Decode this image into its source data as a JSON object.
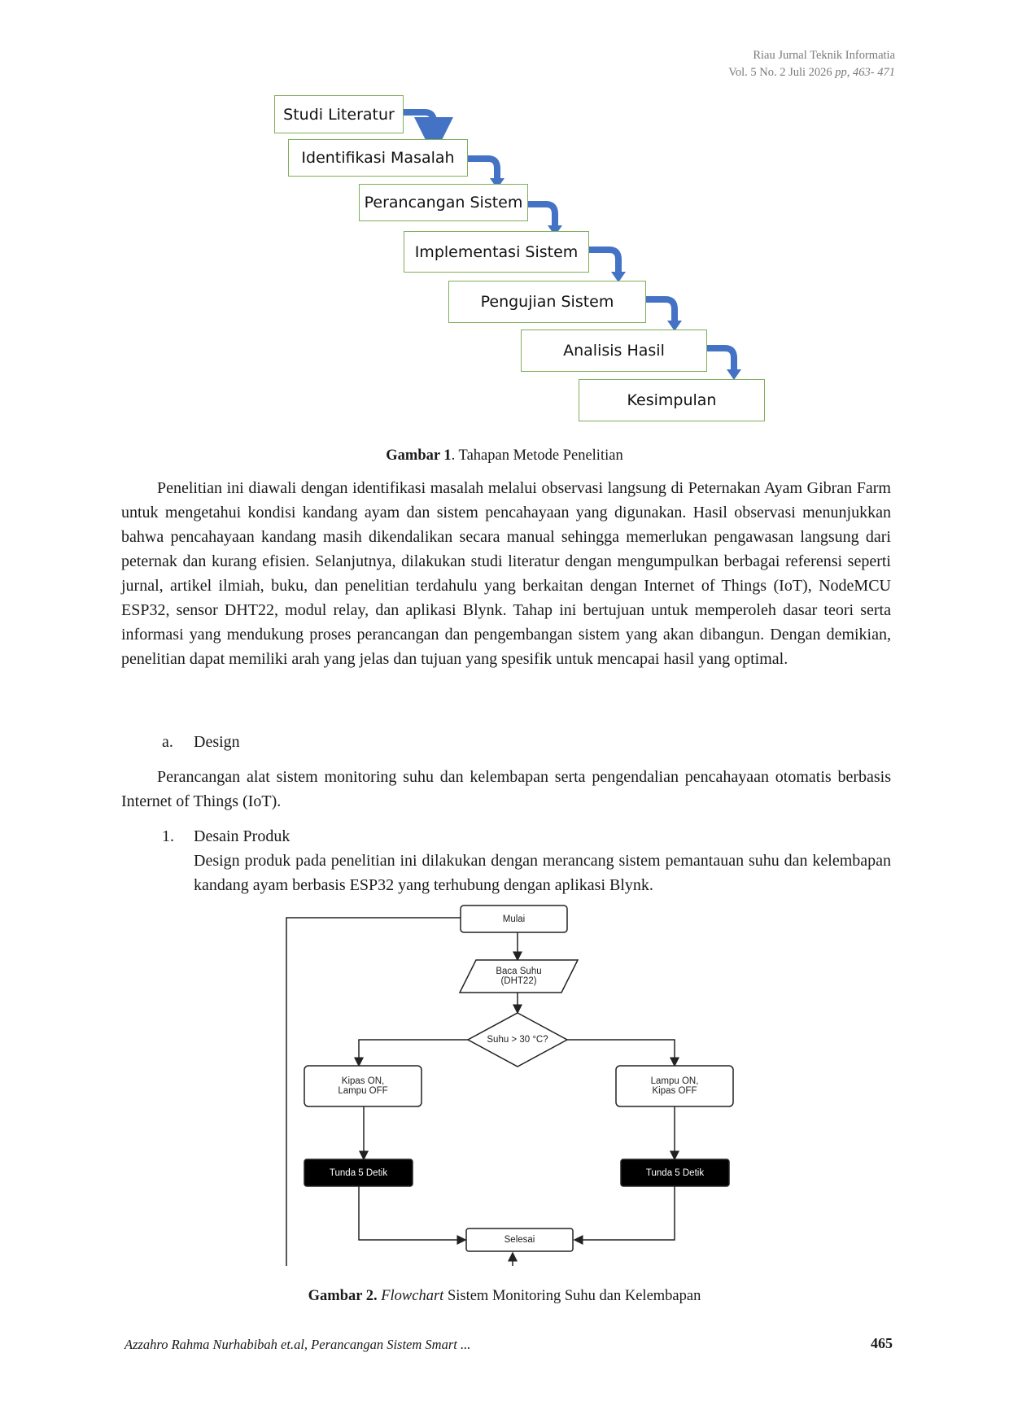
{
  "header": {
    "journal": "Riau Jurnal Teknik Informatia",
    "volume": "Vol. 5 No. 2 Juli 2026",
    "pages": "pp, 463- 471"
  },
  "figure1": {
    "stages": [
      "Studi Literatur",
      "Identifikasi Masalah",
      "Perancangan Sistem",
      "Implementasi Sistem",
      "Pengujian Sistem",
      "Analisis Hasil",
      "Kesimpulan"
    ],
    "arrow_color": "#4472c4",
    "box_border_color": "#7fae5a",
    "caption_label": "Gambar 1",
    "caption_text": ". Tahapan Metode Penelitian"
  },
  "body": {
    "paragraph1": "Penelitian ini diawali dengan identifikasi masalah melalui observasi langsung di Peternakan Ayam Gibran Farm untuk mengetahui kondisi kandang ayam dan sistem pencahayaan yang digunakan. Hasil observasi menunjukkan bahwa pencahayaan kandang masih dikendalikan secara manual sehingga memerlukan pengawasan langsung dari peternak dan kurang efisien. Selanjutnya, dilakukan studi literatur dengan mengumpulkan berbagai referensi seperti jurnal, artikel ilmiah, buku, dan penelitian terdahulu yang berkaitan dengan Internet of Things (IoT), NodeMCU ESP32, sensor DHT22, modul relay, dan aplikasi Blynk. Tahap ini bertujuan untuk memperoleh dasar teori serta informasi yang mendukung proses perancangan dan pengembangan sistem yang akan dibangun. Dengan demikian, penelitian dapat memiliki arah yang jelas dan tujuan yang spesifik untuk mencapai hasil yang optimal.",
    "list_a_marker": "a.",
    "list_a_label": "Design",
    "paragraph2": "Perancangan alat sistem monitoring suhu dan kelembapan serta pengendalian pencahayaan otomatis berbasis Internet of Things (IoT).",
    "list_1_marker": "1.",
    "list_1_label": "Desain Produk",
    "paragraph3": "Design produk pada penelitian ini dilakukan dengan merancang sistem pemantauan suhu dan kelembapan kandang ayam berbasis ESP32 yang terhubung dengan aplikasi Blynk."
  },
  "figure2": {
    "start": "Mulai",
    "input_line1": "Baca Suhu",
    "input_line2": "(DHT22)",
    "decision": "Suhu > 30 °C?",
    "left_action_line1": "Kipas ON,",
    "left_action_line2": "Lampu OFF",
    "right_action_line1": "Lampu ON,",
    "right_action_line2": "Kipas OFF",
    "delay_left": "Tunda 5 Detik",
    "delay_right": "Tunda 5 Detik",
    "end": "Selesai",
    "caption_label": "Gambar 2.",
    "caption_italic": "Flowchart",
    "caption_text": " Sistem Monitoring Suhu dan Kelembapan"
  },
  "footer": {
    "authors": "Azzahro Rahma Nurhabibah et.al, Perancangan Sistem Smart ...",
    "page_number": "465"
  }
}
